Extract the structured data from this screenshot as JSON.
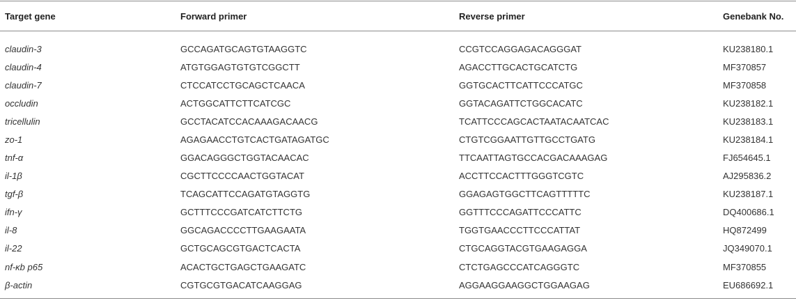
{
  "table": {
    "headers": [
      "Target gene",
      "Forward primer",
      "Reverse primer",
      "Genebank No."
    ],
    "rows": [
      [
        "claudin-3",
        "GCCAGATGCAGTGTAAGGTC",
        "CCGTCCAGGAGACAGGGAT",
        "KU238180.1"
      ],
      [
        "claudin-4",
        "ATGTGGAGTGTGTCGGCTT",
        "AGACCTTGCACTGCATCTG",
        "MF370857"
      ],
      [
        "claudin-7",
        "CTCCATCCTGCAGCTCAACA",
        "GGTGCACTTCATTCCCATGC",
        "MF370858"
      ],
      [
        "occludin",
        "ACTGGCATTCTTCATCGC",
        "GGTACAGATTCTGGCACATC",
        "KU238182.1"
      ],
      [
        "tricellulin",
        "GCCTACATCCACAAAGACAACG",
        "TCATTCCCAGCACTAATACAATCAC",
        "KU238183.1"
      ],
      [
        "zo-1",
        "AGAGAACCTGTCACTGATAGATGC",
        "CTGTCGGAATTGTTGCCTGATG",
        "KU238184.1"
      ],
      [
        "tnf-α",
        "GGACAGGGCTGGTACAACAC",
        "TTCAATTAGTGCCACGACAAAGAG",
        "FJ654645.1"
      ],
      [
        "il-1β",
        "CGCTTCCCCAACTGGTACAT",
        "ACCTTCCACTTTGGGTCGTC",
        "AJ295836.2"
      ],
      [
        "tgf-β",
        "TCAGCATTCCAGATGTAGGTG",
        "GGAGAGTGGCTTCAGTTTTTC",
        "KU238187.1"
      ],
      [
        "ifn-γ",
        "GCTTTCCCGATCATCTTCTG",
        "GGTTTCCCAGATTCCCATTC",
        "DQ400686.1"
      ],
      [
        "il-8",
        "GGCAGACCCCTTGAAGAATA",
        "TGGTGAACCCTTCCCATTAT",
        "HQ872499"
      ],
      [
        "il-22",
        "GCTGCAGCGTGACTCACTA",
        "CTGCAGGTACGTGAAGAGGA",
        "JQ349070.1"
      ],
      [
        "nf-κb p65",
        "ACACTGCTGAGCTGAAGATC",
        "CTCTGAGCCCATCAGGGTC",
        "MF370855"
      ],
      [
        "β-actin",
        "CGTGCGTGACATCAAGGAG",
        "AGGAAGGAAGGCTGGAAGAG",
        "EU686692.1"
      ]
    ]
  }
}
